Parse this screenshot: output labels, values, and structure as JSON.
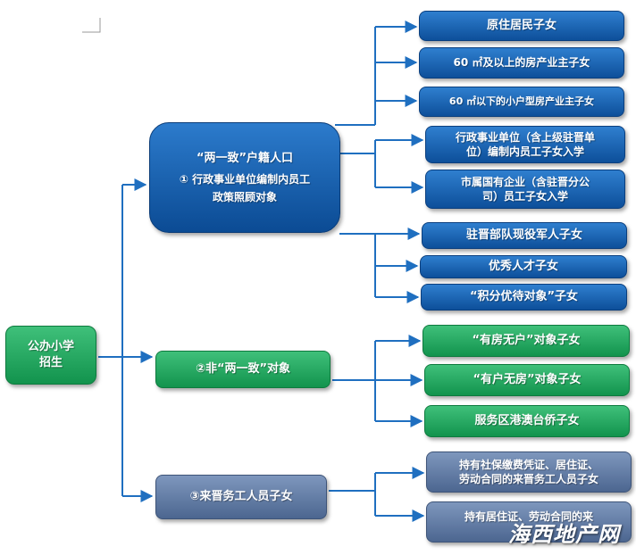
{
  "root": {
    "line1": "公办小学",
    "line2": "招生"
  },
  "branches": {
    "b1": {
      "title": "“两一致”户籍人口",
      "line2": "① 行政事业单位编制内员工",
      "line3": "政策照顾对象"
    },
    "b2": {
      "label": "②非“两一致”对象"
    },
    "b3": {
      "label": "③来晋务工人员子女"
    }
  },
  "leaves": {
    "l1": "原住居民子女",
    "l2": "60 ㎡及以上的房产业主子女",
    "l3": "60 ㎡以下的小户型房产业主子女",
    "l4a": "行政事业单位（含上级驻晋单",
    "l4b": "位）编制内员工子女入学",
    "l5a": "市属国有企业（含驻晋分公",
    "l5b": "司）员工子女入学",
    "l6": "驻晋部队现役军人子女",
    "l7": "优秀人才子女",
    "l8": "“积分优待对象”子女",
    "l9": "“有房无户”对象子女",
    "l10": "“有户无房”对象子女",
    "l11": "服务区港澳台侨子女",
    "l12a": "持有社保缴费凭证、居住证、",
    "l12b": "劳动合同的来晋务工人员子女",
    "l13": "持有居住证、劳动合同的来"
  },
  "watermark": "海西地产网",
  "colors": {
    "connector": "#1f6fc0",
    "blue": "#0d4f9a",
    "green": "#12934d",
    "slate": "#4c6690"
  }
}
